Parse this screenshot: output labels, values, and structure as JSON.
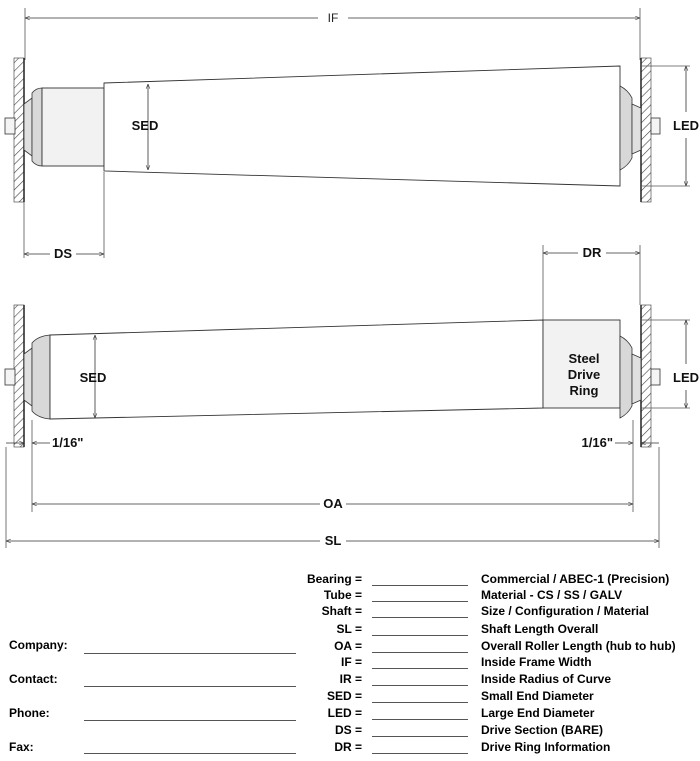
{
  "drawing": {
    "top_roller": {
      "dims": {
        "if": "IF",
        "sed": "SED",
        "led": "LED",
        "ds": "DS"
      }
    },
    "bottom_roller": {
      "dims": {
        "dr": "DR",
        "sed": "SED",
        "led": "LED",
        "oa": "OA",
        "sl": "SL",
        "left_gap": "1/16\"",
        "right_gap": "1/16\""
      },
      "drive_ring": {
        "line1": "Steel",
        "line2": "Drive",
        "line3": "Ring"
      }
    }
  },
  "spec_rows": [
    {
      "key": "Bearing =",
      "description": "Commercial / ABEC-1 (Precision)"
    },
    {
      "key": "Tube =",
      "description": "Material - CS / SS / GALV"
    },
    {
      "key": "Shaft =",
      "description": "Size / Configuration / Material"
    },
    {
      "key": "SL =",
      "description": "Shaft Length Overall"
    },
    {
      "key": "OA =",
      "description": "Overall Roller Length (hub to hub)"
    },
    {
      "key": "IF =",
      "description": "Inside Frame Width"
    },
    {
      "key": "IR =",
      "description": "Inside Radius of Curve"
    },
    {
      "key": "SED =",
      "description": "Small End Diameter"
    },
    {
      "key": "LED =",
      "description": "Large End Diameter"
    },
    {
      "key": "DS =",
      "description": "Drive Section (BARE)"
    },
    {
      "key": "DR =",
      "description": "Drive Ring Information"
    }
  ],
  "contact_fields": [
    {
      "label": "Company:"
    },
    {
      "label": "Contact:"
    },
    {
      "label": "Phone:"
    },
    {
      "label": "Fax:"
    }
  ]
}
